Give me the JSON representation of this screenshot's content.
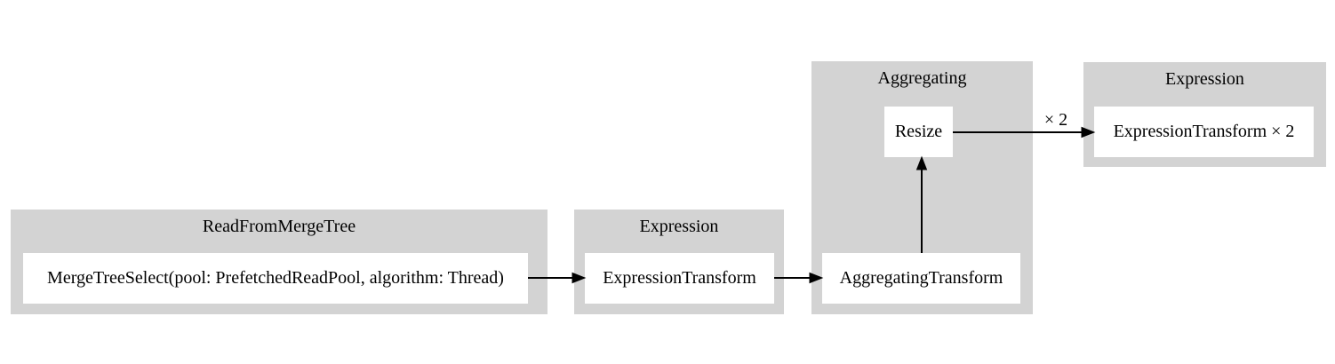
{
  "diagram": {
    "type": "pipeline-graph",
    "colors": {
      "background": "#ffffff",
      "cluster_fill": "#d3d3d3",
      "node_fill": "#ffffff",
      "edge": "#000000",
      "text": "#000000"
    },
    "clusters": [
      {
        "title": "ReadFromMergeTree",
        "nodes": [
          {
            "label": "MergeTreeSelect(pool: PrefetchedReadPool, algorithm: Thread)"
          }
        ]
      },
      {
        "title": "Expression",
        "nodes": [
          {
            "label": "ExpressionTransform"
          }
        ]
      },
      {
        "title": "Aggregating",
        "nodes": [
          {
            "label": "Resize"
          },
          {
            "label": "AggregatingTransform"
          }
        ]
      },
      {
        "title": "Expression",
        "nodes": [
          {
            "label": "ExpressionTransform × 2"
          }
        ]
      }
    ],
    "edges": [
      {
        "from": "MergeTreeSelect(pool: PrefetchedReadPool, algorithm: Thread)",
        "to": "ExpressionTransform",
        "label": ""
      },
      {
        "from": "ExpressionTransform",
        "to": "AggregatingTransform",
        "label": ""
      },
      {
        "from": "AggregatingTransform",
        "to": "Resize",
        "label": ""
      },
      {
        "from": "Resize",
        "to": "ExpressionTransform × 2",
        "label": "× 2"
      }
    ]
  }
}
